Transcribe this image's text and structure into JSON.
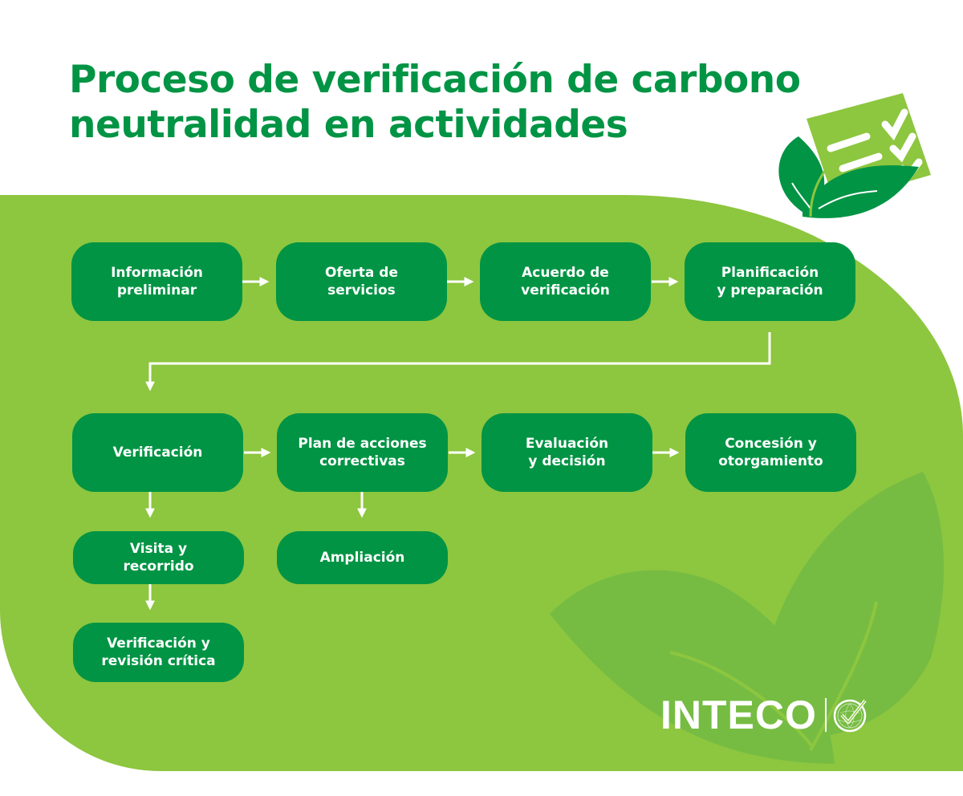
{
  "title": "Proceso de verificación de carbono\nneutralidad en actividades",
  "colors": {
    "dark_green": "#009444",
    "light_green": "#8dc63f",
    "watermark_green": "#76bc43",
    "white": "#ffffff"
  },
  "steps": {
    "row1": [
      {
        "label": "Información\npreliminar"
      },
      {
        "label": "Oferta de\nservicios"
      },
      {
        "label": "Acuerdo de\nverificación"
      },
      {
        "label": "Planificación\ny preparación"
      }
    ],
    "row2": [
      {
        "label": "Verificación"
      },
      {
        "label": "Plan de acciones\ncorrectivas"
      },
      {
        "label": "Evaluación\ny decisión"
      },
      {
        "label": "Concesión y\notorgamiento"
      }
    ],
    "sub_verificacion": [
      {
        "label": "Visita y\nrecorrido"
      },
      {
        "label": "Verificación y\nrevisión crítica"
      }
    ],
    "sub_plan": [
      {
        "label": "Ampliación"
      }
    ]
  },
  "icons": {
    "header_illustration": "checklist-leaves-icon",
    "logo_mark": "globe-check-icon",
    "background": "leaves-watermark-icon"
  },
  "logo": {
    "text": "INTECO"
  }
}
